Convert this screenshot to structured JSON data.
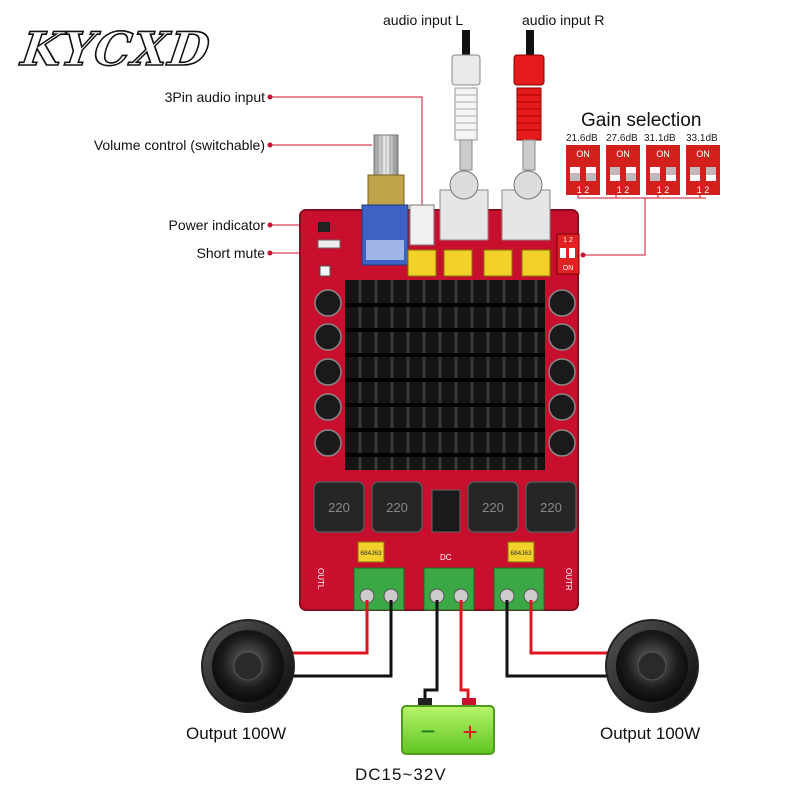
{
  "brand": "KYCXD",
  "labels": {
    "input_l": "audio input L",
    "input_r": "audio input R",
    "three_pin": "3Pin audio input",
    "volume": "Volume control (switchable)",
    "power_indicator": "Power indicator",
    "short_mute": "Short mute",
    "gain_title": "Gain selection",
    "output_left": "Output 100W",
    "output_right": "Output 100W",
    "dc": "DC15~32V"
  },
  "gain_options": [
    {
      "db": "21.6dB",
      "switch": "ON",
      "pins": "1 2"
    },
    {
      "db": "27.6dB",
      "switch": "ON",
      "pins": "1 2"
    },
    {
      "db": "31.1dB",
      "switch": "ON",
      "pins": "1 2"
    },
    {
      "db": "33.1dB",
      "switch": "ON",
      "pins": "1 2"
    }
  ],
  "board": {
    "inductor_code": "220",
    "cap_code": "684J63",
    "out_left": "OUTL",
    "out_right": "OUTR",
    "dc_mark": "DC",
    "dip_on": "ON",
    "dip_pins": "1 2"
  },
  "battery": {
    "minus": "−",
    "plus": "+"
  },
  "colors": {
    "pcb": "#c8102e",
    "heatsink": "#111111",
    "terminal": "#3aa845",
    "battery": "#8ee63a",
    "wire_red": "#e0141e",
    "wire_black": "#111111"
  }
}
